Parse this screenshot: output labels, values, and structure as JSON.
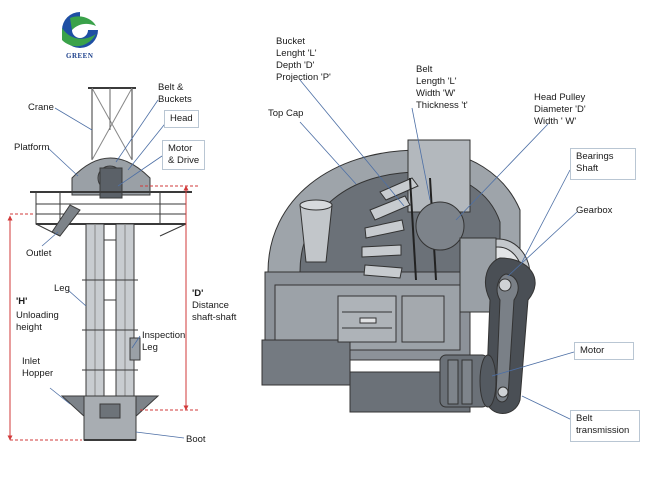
{
  "logo": {
    "text": "GREEN",
    "colors": {
      "blue": "#1e4fa3",
      "green": "#3aa24a"
    }
  },
  "elevator_labels": {
    "crane": "Crane",
    "belt_buckets_1": "Belt &",
    "belt_buckets_2": "Buckets",
    "head": "Head",
    "platform": "Platform",
    "motor_drive_1": "Motor",
    "motor_drive_2": "& Drive",
    "outlet": "Outlet",
    "leg": "Leg",
    "h_key": "'H'",
    "unloading_1": "Unloading",
    "unloading_2": "height",
    "d_key": "'D'",
    "distance_1": "Distance",
    "distance_2": "shaft-shaft",
    "inspection_1": "Inspection",
    "inspection_2": "Leg",
    "inlet_1": "Inlet",
    "inlet_2": "Hopper",
    "boot": "Boot"
  },
  "head_labels": {
    "bucket_1": "Bucket",
    "bucket_2": "Lenght 'L'",
    "bucket_3": "Depth 'D'",
    "bucket_4": "Projection 'P'",
    "belt_1": "Belt",
    "belt_2": "Length 'L'",
    "belt_3": "Width 'W'",
    "belt_4": "Thickness 't'",
    "pulley_1": "Head Pulley",
    "pulley_2": "Diameter 'D'",
    "pulley_3": "Width ' W'",
    "top_cap": "Top Cap",
    "bearings_1": "Bearings",
    "bearings_2": "Shaft",
    "gearbox": "Gearbox",
    "motor": "Motor",
    "belt_trans_1": "Belt",
    "belt_trans_2": "transmission"
  }
}
